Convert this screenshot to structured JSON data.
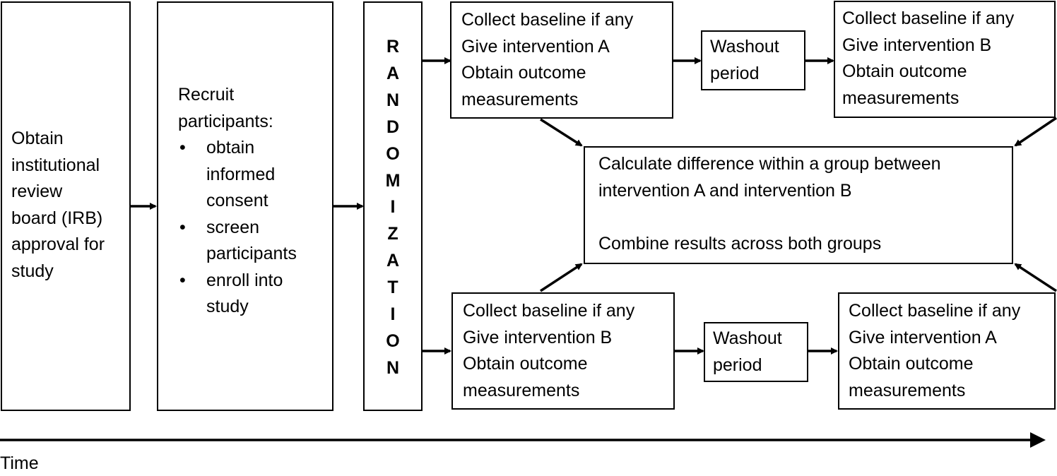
{
  "irb": {
    "lines": [
      "Obtain",
      "institutional",
      "review",
      "board (IRB)",
      "approval for",
      "study"
    ]
  },
  "recruit": {
    "heading_lines": [
      "Recruit",
      "participants:"
    ],
    "bullets": [
      {
        "lines": [
          "obtain",
          "informed",
          "consent"
        ]
      },
      {
        "lines": [
          "screen",
          "participants"
        ]
      },
      {
        "lines": [
          "enroll into",
          "study"
        ]
      }
    ]
  },
  "randomization": {
    "letters": [
      "R",
      "A",
      "N",
      "D",
      "O",
      "M",
      "I",
      "Z",
      "A",
      "T",
      "I",
      "O",
      "N"
    ]
  },
  "top_period1": {
    "lines": [
      "Collect baseline if any",
      "Give intervention A",
      "Obtain outcome",
      "measurements"
    ]
  },
  "top_washout": {
    "lines": [
      "Washout",
      "period"
    ]
  },
  "top_period2": {
    "lines": [
      "Collect baseline if any",
      "Give intervention B",
      "Obtain outcome",
      "measurements"
    ]
  },
  "calc": {
    "lines": [
      "Calculate difference within a group between",
      "intervention A and intervention B",
      "",
      "Combine results across both groups"
    ]
  },
  "bottom_period1": {
    "lines": [
      "Collect baseline if any",
      "Give intervention B",
      "Obtain outcome",
      "measurements"
    ]
  },
  "bottom_washout": {
    "lines": [
      "Washout",
      "period"
    ]
  },
  "bottom_period2": {
    "lines": [
      "Collect baseline if any",
      "Give intervention A",
      "Obtain outcome",
      "measurements"
    ]
  },
  "timeline": {
    "label": "Time"
  }
}
